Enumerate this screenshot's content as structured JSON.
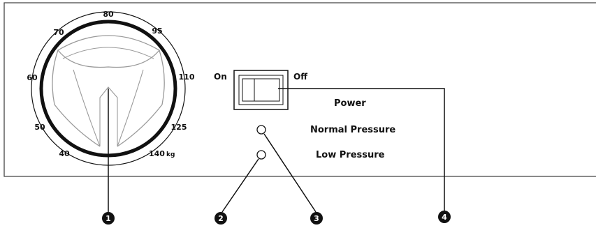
{
  "dial": {
    "scale": [
      "40",
      "50",
      "60",
      "70",
      "80",
      "95",
      "110",
      "125",
      "140"
    ],
    "unit": "kg"
  },
  "switch": {
    "on_label": "On",
    "off_label": "Off",
    "power_label": "Power"
  },
  "indicators": {
    "normal_label": "Normal Pressure",
    "low_label": "Low Pressure"
  },
  "callouts": [
    "1",
    "2",
    "3",
    "4"
  ],
  "colors": {
    "line": "#111111",
    "knob_lines": "#9a9a9a",
    "panel_border": "#444444"
  }
}
